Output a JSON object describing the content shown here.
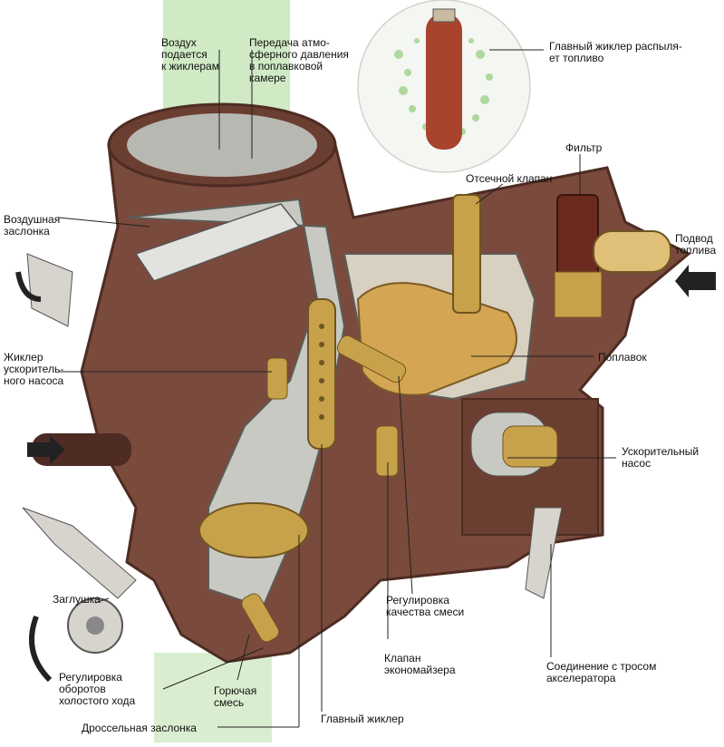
{
  "labels": {
    "air_to_jets": "Воздух\nподается\nк жиклерам",
    "atm_pressure": "Передача атмо-\nсферного давления\nв поплавковой\nкамере",
    "main_jet_spray": "Главный жиклер распыля-\nет топливо",
    "filter": "Фильтр",
    "shutoff_valve": "Отсечной клапан",
    "fuel_supply": "Подвод\nтоплива",
    "air_damper": "Воздушная\nзаслонка",
    "accel_pump_jet": "Жиклер\nускоритель-\nного насоса",
    "float": "Поплавок",
    "accel_pump": "Ускорительный\nнасос",
    "plug": "Заглушка",
    "mixture_quality": "Регулировка\nкачества смеси",
    "econ_valve": "Клапан\nэкономайзера",
    "throttle_cable": "Соединение с тросом\nакселератора",
    "idle_adjust": "Регулировка\nоборотов\nхолостого хода",
    "combustible_mix": "Горючая\nсмесь",
    "main_jet": "Главный жиклер",
    "throttle_valve": "Дроссельная заслонка"
  },
  "colors": {
    "body": "#7a4a3c",
    "body_dark": "#4e2c23",
    "interior": "#c9c9c4",
    "brass": "#c8a24a",
    "float": "#d4a552",
    "air_green": "#bfe3b0",
    "jet_red": "#a8442e"
  }
}
